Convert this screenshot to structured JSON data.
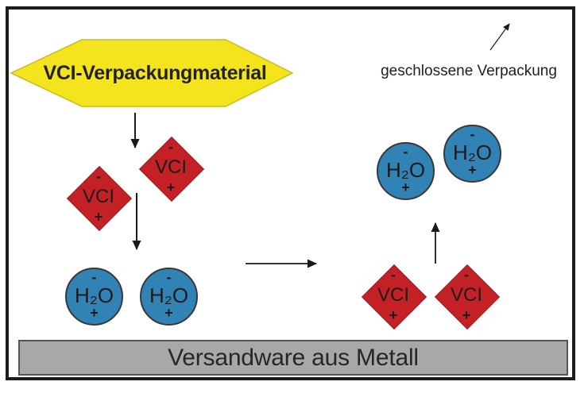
{
  "diagram": {
    "source": {
      "label": "VCI-Verpackungmaterial",
      "shape": "hexagon",
      "fill": "#F3E41E"
    },
    "closed_packaging": {
      "label": "geschlossene Verpackung"
    },
    "metal_ware": {
      "label": "Versandware aus Metall",
      "fill": "#A8A8A8"
    },
    "molecules": [
      {
        "type": "vci",
        "shape": "diamond",
        "label": "VCI",
        "charge_top": "-",
        "charge_bottom": "+",
        "fill": "#C32126"
      },
      {
        "type": "vci",
        "shape": "diamond",
        "label": "VCI",
        "charge_top": "-",
        "charge_bottom": "+",
        "fill": "#C32126"
      },
      {
        "type": "h2o",
        "shape": "circle",
        "label": "H₂O",
        "charge_top": "-",
        "charge_bottom": "+",
        "fill": "#3083B4"
      },
      {
        "type": "h2o",
        "shape": "circle",
        "label": "H₂O",
        "charge_top": "-",
        "charge_bottom": "+",
        "fill": "#3083B4"
      },
      {
        "type": "h2o",
        "shape": "circle",
        "label": "H₂O",
        "charge_top": "-",
        "charge_bottom": "+",
        "fill": "#3083B4"
      },
      {
        "type": "h2o",
        "shape": "circle",
        "label": "H₂O",
        "charge_top": "-",
        "charge_bottom": "+",
        "fill": "#3083B4"
      },
      {
        "type": "vci",
        "shape": "diamond",
        "label": "VCI",
        "charge_top": "-",
        "charge_bottom": "+",
        "fill": "#C32126"
      },
      {
        "type": "vci",
        "shape": "diamond",
        "label": "VCI",
        "charge_top": "-",
        "charge_bottom": "+",
        "fill": "#C32126"
      }
    ],
    "colors": {
      "vci_red": "#C32126",
      "h2o_blue": "#3083B4",
      "hexagon_yellow": "#F3E41E",
      "hexagon_stroke": "#C9BA1A",
      "metal_gray": "#A8A8A8",
      "arrow_black": "#1A1A1A",
      "frame_black": "#1C1C1C"
    }
  }
}
